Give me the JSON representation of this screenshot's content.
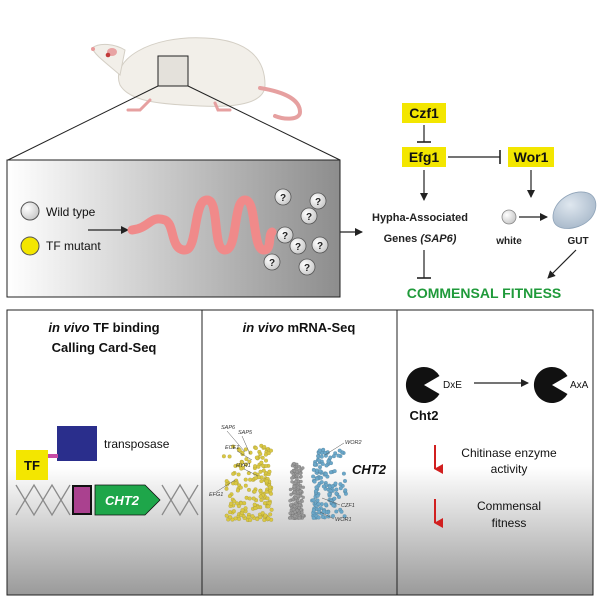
{
  "top_panel": {
    "legend_wild_type": "Wild type",
    "legend_tf_mutant": "TF mutant",
    "question_mark": "?"
  },
  "network": {
    "czf1": "Czf1",
    "efg1": "Efg1",
    "wor1": "Wor1",
    "hypha_line1": "Hypha-Associated",
    "hypha_line2_prefix": "Genes ",
    "hypha_line2_gene": "(SAP6)",
    "white_label": "white",
    "gut_label": "GUT",
    "commensal_fitness": "COMMENSAL FITNESS"
  },
  "panel_left": {
    "title_italic": "in vivo",
    "title_rest": " TF binding",
    "title_line2": "Calling Card-Seq",
    "transposase": "transposase",
    "tf": "TF",
    "gene": "CHT2"
  },
  "panel_middle": {
    "title_italic": "in vivo",
    "title_rest": " mRNA-Seq",
    "gene_highlight": "CHT2",
    "labels": {
      "sap6": "SAP6",
      "sap5": "SAP5",
      "ece1": "ECE1",
      "hyr1": "HYR1",
      "efg1": "EFG1",
      "wor2": "WOR2",
      "czf1": "CZF1",
      "wor1": "WOR1"
    }
  },
  "panel_right": {
    "enzyme_before": "DxE",
    "enzyme_after": "AxA",
    "protein": "Cht2",
    "effect1_line1": "Chitinase enzyme",
    "effect1_line2": "activity",
    "effect2_line1": "Commensal",
    "effect2_line2": "fitness"
  },
  "colors": {
    "highlight_yellow": "#f3e600",
    "green_text": "#1f9a3a",
    "red_arrow": "#d11f1f",
    "navy": "#2a2e8c",
    "pink_worm": "#f08a8a",
    "magenta": "#c64aa6",
    "gene_green": "#1ea64a",
    "volcano_yellow": "#d9c744",
    "volcano_blue": "#6aa7c9"
  }
}
